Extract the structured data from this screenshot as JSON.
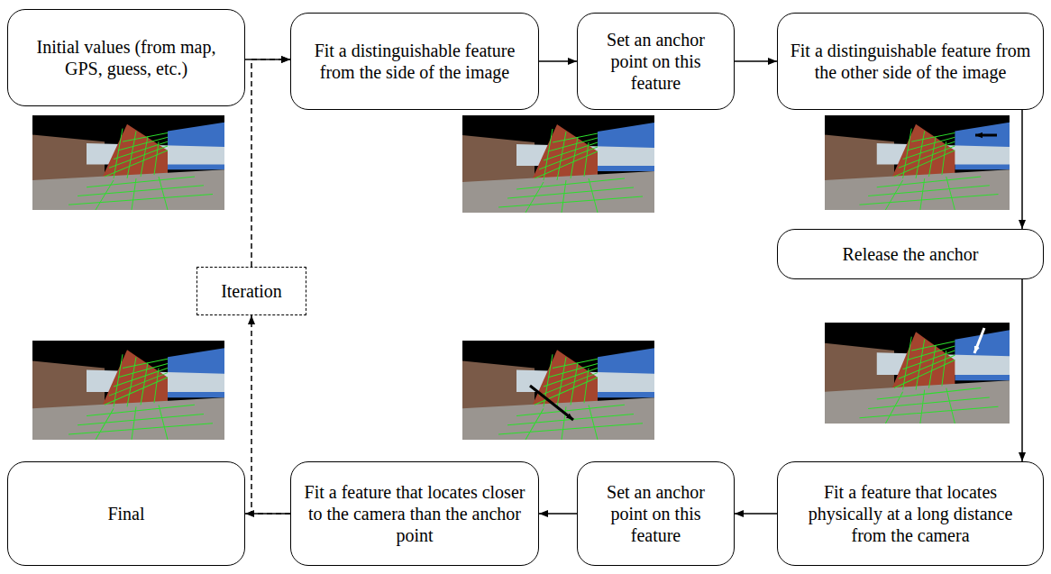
{
  "diagram": {
    "nodes": [
      {
        "text": [
          "Initial values (from map, GPS, guess, etc.)"
        ]
      },
      {
        "text": [
          "Fit a distinguishable feature from the side of the image"
        ]
      },
      {
        "text": [
          "Set an anchor point on this feature"
        ]
      },
      {
        "text": [
          "Fit a distinguishable feature from the other side of the image"
        ]
      },
      {
        "text": [
          "Release the anchor"
        ]
      },
      {
        "text": [
          "Fit a feature that locates physically at a long distance from the camera"
        ]
      },
      {
        "text": [
          "Set an anchor point on this feature"
        ]
      },
      {
        "text": [
          "Fit a feature that locates closer to the camera than the anchor point"
        ]
      },
      {
        "text": [
          "Final"
        ]
      },
      {
        "text": [
          "Iteration"
        ]
      }
    ],
    "edges": [
      {
        "from": 0,
        "to": 1,
        "arrow": "to"
      },
      {
        "from": 1,
        "to": 2,
        "arrow": "to"
      },
      {
        "from": 2,
        "to": 3,
        "arrow": "to"
      },
      {
        "from": 3,
        "to": 4,
        "arrow": "to"
      },
      {
        "from": 4,
        "to": 5,
        "arrow": "to"
      },
      {
        "from": 5,
        "to": 6,
        "arrow": "to"
      },
      {
        "from": 6,
        "to": 7,
        "arrow": "to"
      },
      {
        "from": 7,
        "to": 8,
        "arrow": "to"
      },
      {
        "from": 7,
        "to": 9,
        "arrow": "to"
      },
      {
        "from": 9,
        "to": 1,
        "arrow": "to"
      }
    ]
  }
}
